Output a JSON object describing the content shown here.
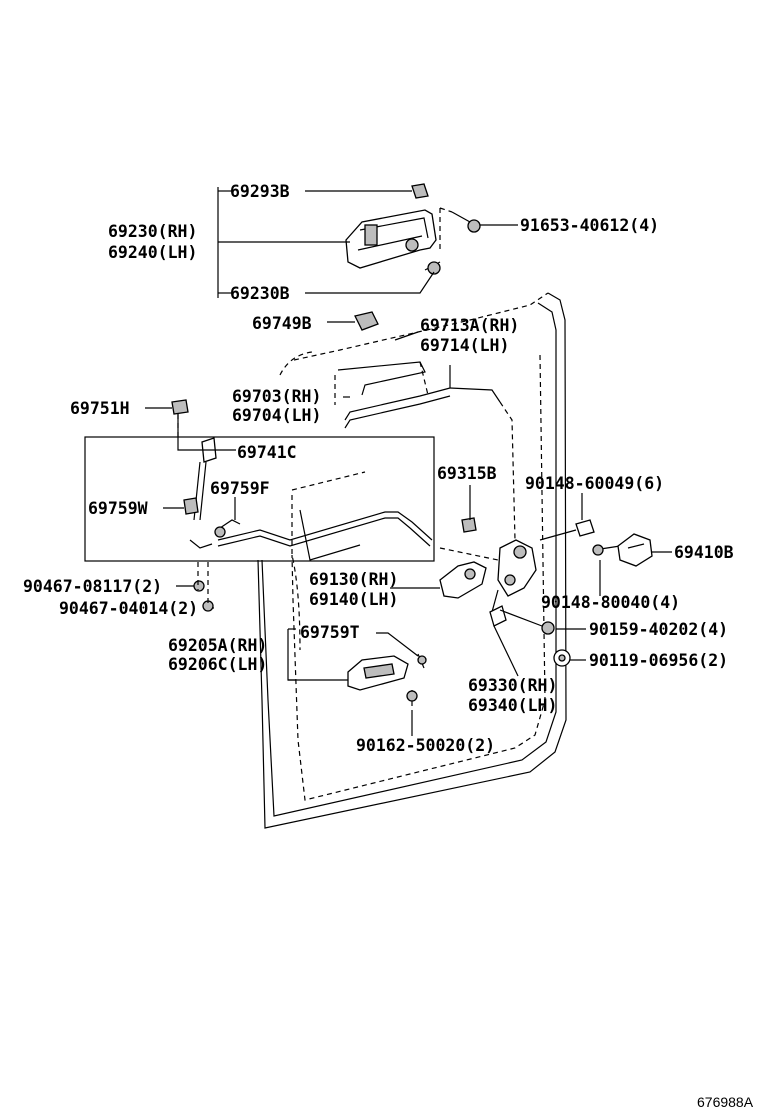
{
  "diagram": {
    "ref_code": "676988A",
    "labels": {
      "p69293B": "69293B",
      "p69230rh": "69230(RH)",
      "p69240lh": "69240(LH)",
      "p69230B": "69230B",
      "p91653": "91653-40612(4)",
      "p69749B": "69749B",
      "p69713A": "69713A(RH)",
      "p69714": "69714(LH)",
      "p69703": "69703(RH)",
      "p69704": "69704(LH)",
      "p69751H": "69751H",
      "p69741C": "69741C",
      "p69315B": "69315B",
      "p90148a": "90148-60049(6)",
      "p69759F": "69759F",
      "p69759W": "69759W",
      "p69410B": "69410B",
      "p90467a": "90467-08117(2)",
      "p69130": "69130(RH)",
      "p69140": "69140(LH)",
      "p90148b": "90148-80040(4)",
      "p90467b": "90467-04014(2)",
      "p90159": "90159-40202(4)",
      "p69205A": "69205A(RH)",
      "p69206C": "69206C(LH)",
      "p69759T": "69759T",
      "p90119": "90119-06956(2)",
      "p69330": "69330(RH)",
      "p69340": "69340(LH)",
      "p90162": "90162-50020(2)"
    }
  }
}
